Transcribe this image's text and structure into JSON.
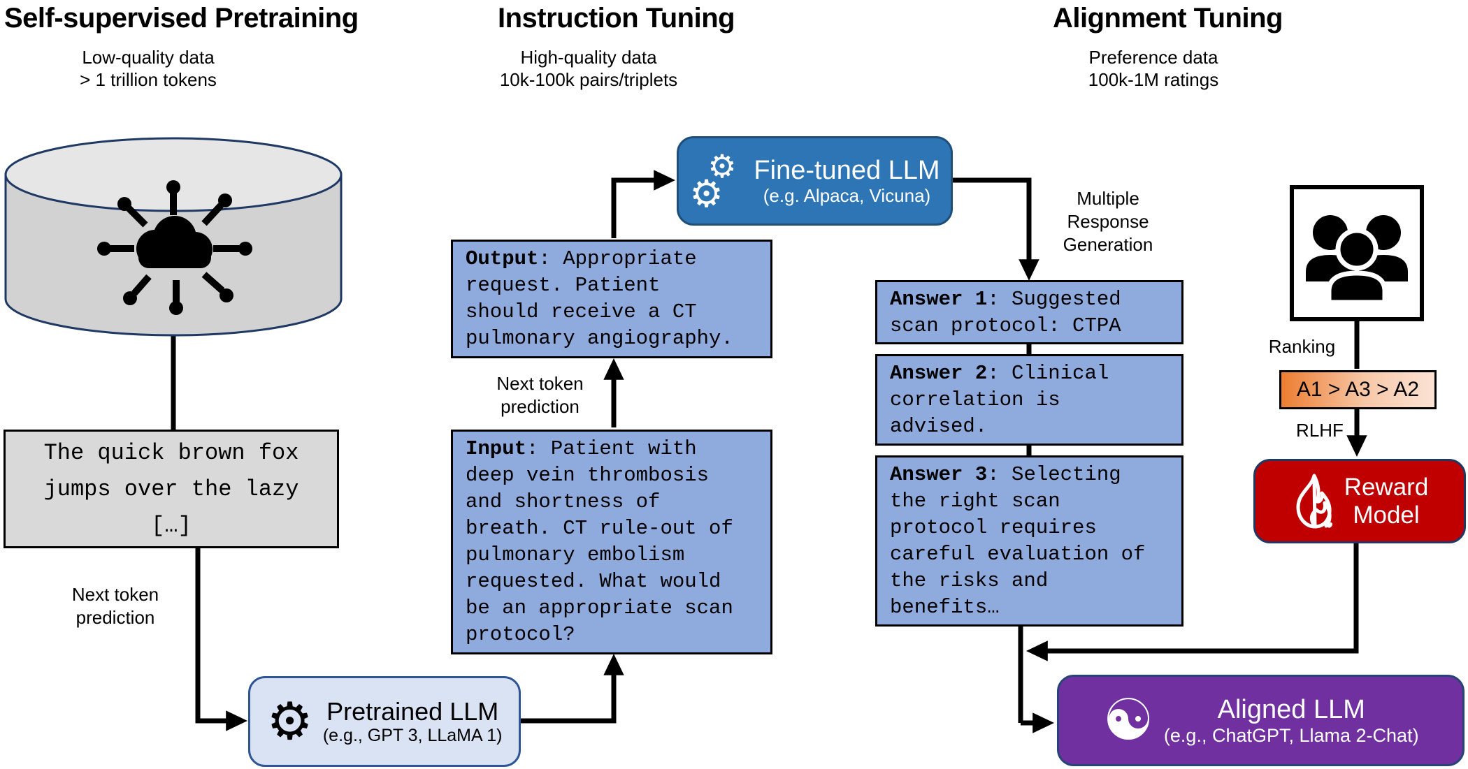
{
  "columns": {
    "pretraining": {
      "title": "Self-supervised Pretraining",
      "subtitle": "Low-quality data\n> 1 trillion tokens"
    },
    "instruction": {
      "title": "Instruction Tuning",
      "subtitle": "High-quality data\n10k-100k pairs/triplets"
    },
    "alignment": {
      "title": "Alignment Tuning",
      "subtitle": "Preference data\n100k-1M ratings"
    }
  },
  "labels": {
    "next_token_pretraining": "Next token\nprediction",
    "next_token_instruction": "Next token\nprediction",
    "multiple_response": "Multiple\nResponse\nGeneration",
    "ranking": "Ranking",
    "rlhf": "RLHF"
  },
  "boxes": {
    "corpus_sample": {
      "text": "The quick brown fox\njumps over the lazy\n[…]"
    },
    "pretrained_llm": {
      "title": "Pretrained LLM",
      "subtitle": "(e.g., GPT 3, LLaMA 1)"
    },
    "fine_tuned_llm": {
      "title": "Fine-tuned LLM",
      "subtitle": "(e.g. Alpaca, Vicuna)"
    },
    "output": {
      "label": "Output",
      "text": ": Appropriate\nrequest. Patient\nshould receive a CT\npulmonary angiography."
    },
    "input": {
      "label": "Input",
      "text": ": Patient with\ndeep vein thrombosis\nand shortness of\nbreath. CT rule-out of\npulmonary embolism\nrequested. What would\nbe an appropriate scan\nprotocol?"
    },
    "answer1": {
      "label": "Answer 1",
      "text": ": Suggested\nscan protocol: CTPA"
    },
    "answer2": {
      "label": "Answer 2",
      "text": ": Clinical\ncorrelation is\nadvised."
    },
    "answer3": {
      "label": "Answer 3",
      "text": ": Selecting\nthe right scan\nprotocol requires\ncareful evaluation of\nthe risks and\nbenefits…"
    },
    "ranking_order": {
      "text": "A1 > A3 > A2"
    },
    "reward_model": {
      "title": "Reward\nModel"
    },
    "aligned_llm": {
      "title": "Aligned LLM",
      "subtitle": "(e.g., ChatGPT, Llama 2-Chat)"
    }
  },
  "icons": {
    "gear": "⚙",
    "yin_yang": "☯",
    "cloud_network": "cloud-network-icon",
    "people": "people-group-icon",
    "flame": "flame-icon",
    "database": "database-cylinder-icon"
  },
  "colors": {
    "box_blue": "#8faadc",
    "box_gray": "#d9d9d9",
    "pretrained_fill": "#dae3f3",
    "pretrained_border": "#2f5597",
    "finetuned_fill": "#2e75b6",
    "reward_fill": "#c00000",
    "aligned_fill": "#7030a0",
    "rank_gradient_start": "#ed7d31",
    "rank_gradient_end": "#fbe2d5",
    "connector": "#000000",
    "cylinder_fill": "#d2d2d2",
    "cylinder_top_fill": "#e6e6e6",
    "cylinder_border": "#1f3864"
  }
}
